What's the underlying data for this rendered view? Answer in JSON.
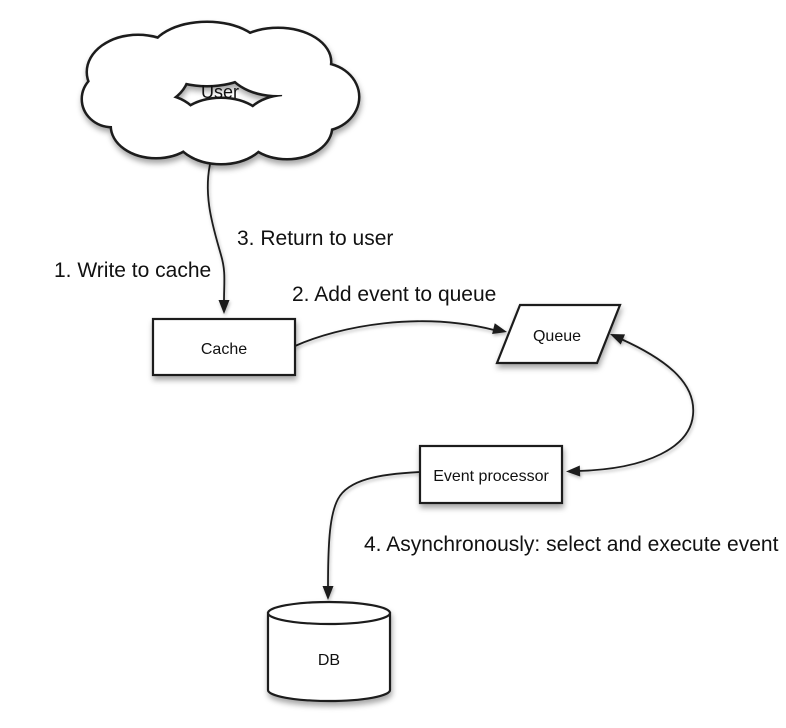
{
  "diagram": {
    "colors": {
      "background": "#ffffff",
      "shape_fill": "#ffffff",
      "shape_stroke": "#1c1c1c",
      "text": "#111111"
    },
    "nodes": [
      {
        "id": "user",
        "label": "User",
        "shape": "cloud"
      },
      {
        "id": "cache",
        "label": "Cache",
        "shape": "rectangle"
      },
      {
        "id": "queue",
        "label": "Queue",
        "shape": "parallelogram"
      },
      {
        "id": "event_processor",
        "label": "Event processor",
        "shape": "rectangle"
      },
      {
        "id": "db",
        "label": "DB",
        "shape": "cylinder"
      }
    ],
    "step_labels": [
      "1. Write to cache",
      "2. Add event to queue",
      "3. Return to user",
      "4. Asynchronously: select and execute event"
    ],
    "edges": [
      {
        "from": "user",
        "to": "cache",
        "arrows": "to"
      },
      {
        "from": "cache",
        "to": "queue",
        "arrows": "to"
      },
      {
        "from": "queue",
        "to": "event_processor",
        "arrows": "both"
      },
      {
        "from": "event_processor",
        "to": "db",
        "arrows": "to"
      }
    ]
  }
}
